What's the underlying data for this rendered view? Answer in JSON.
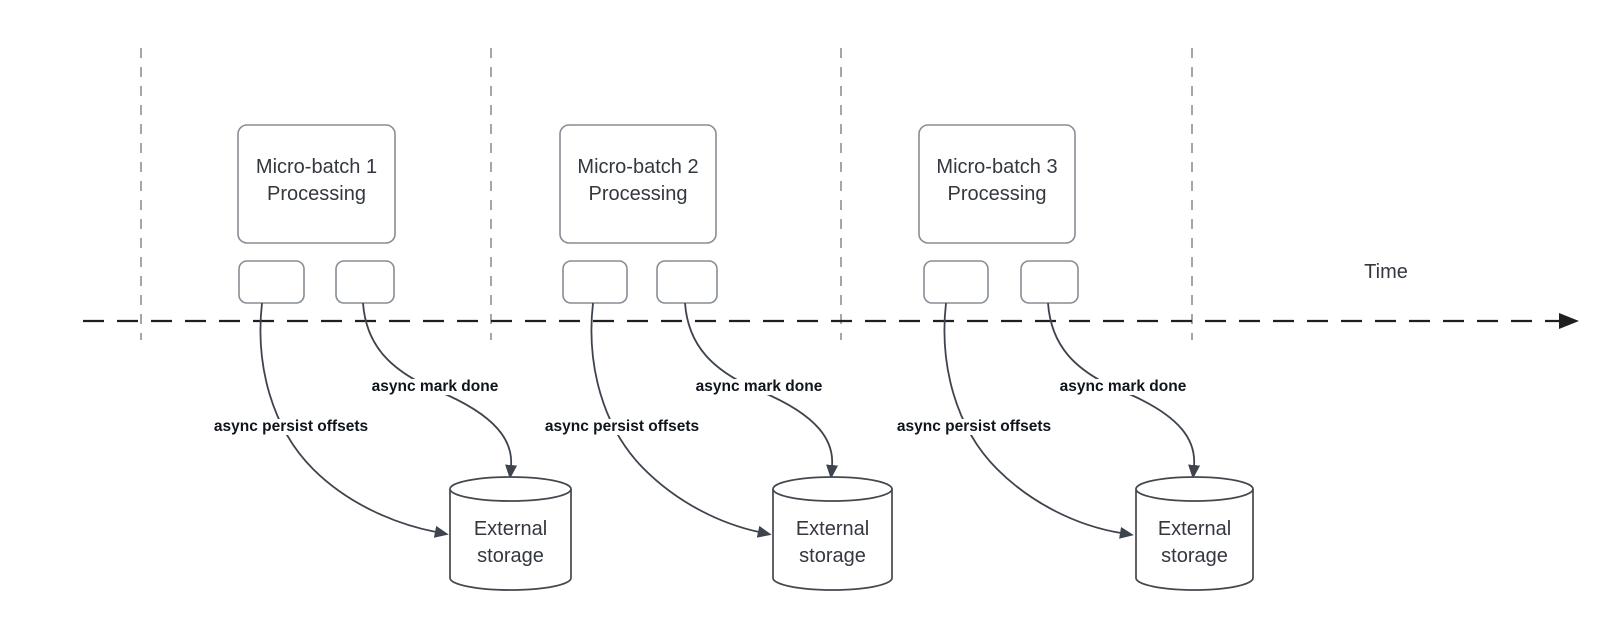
{
  "diagram": {
    "time_axis": {
      "label": "Time"
    },
    "columns": [
      {
        "box_title": "Micro-batch 1",
        "box_subtitle": "Processing",
        "persist_label": "async persist offsets",
        "mark_done_label": "async mark done",
        "storage_title": "External",
        "storage_subtitle": "storage"
      },
      {
        "box_title": "Micro-batch 2",
        "box_subtitle": "Processing",
        "persist_label": "async persist offsets",
        "mark_done_label": "async mark done",
        "storage_title": "External",
        "storage_subtitle": "storage"
      },
      {
        "box_title": "Micro-batch 3",
        "box_subtitle": "Processing",
        "persist_label": "async persist offsets",
        "mark_done_label": "async mark done",
        "storage_title": "External",
        "storage_subtitle": "storage"
      }
    ],
    "colors": {
      "node_stroke": "#878d94",
      "cylinder_stroke": "#43484e",
      "arrow_stroke": "#3e444d",
      "timeline_stroke": "#1f1f1f",
      "boundary_stroke": "#a6a6a6",
      "node_text": "#33383f",
      "label_text": "#10151c"
    }
  }
}
